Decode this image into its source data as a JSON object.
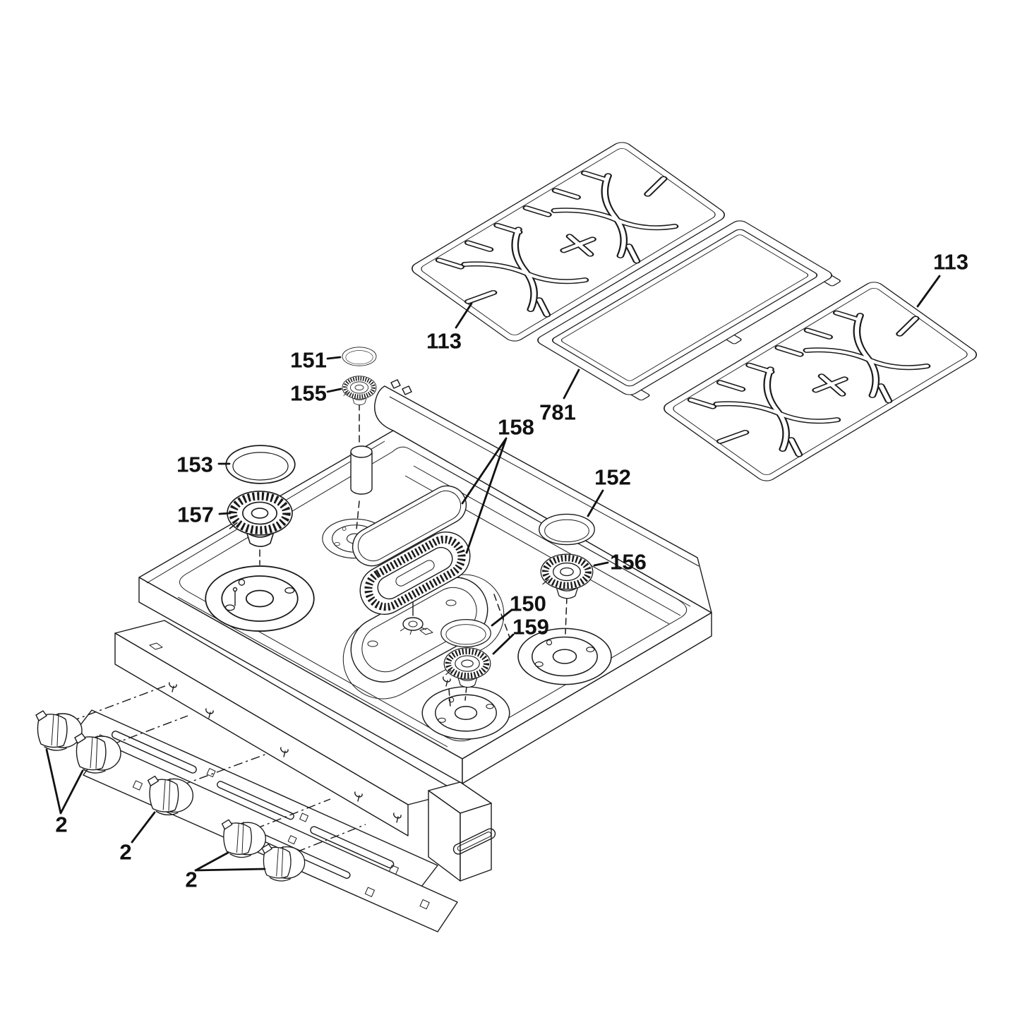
{
  "colors": {
    "ink": "#1a1a1a",
    "paper": "#ffffff"
  },
  "part_labels": [
    {
      "id": "113-left",
      "text": "113"
    },
    {
      "id": "113-right",
      "text": "113"
    },
    {
      "id": "781",
      "text": "781"
    },
    {
      "id": "151",
      "text": "151"
    },
    {
      "id": "155",
      "text": "155"
    },
    {
      "id": "153",
      "text": "153"
    },
    {
      "id": "157",
      "text": "157"
    },
    {
      "id": "158",
      "text": "158"
    },
    {
      "id": "152",
      "text": "152"
    },
    {
      "id": "156",
      "text": "156"
    },
    {
      "id": "150",
      "text": "150"
    },
    {
      "id": "159",
      "text": "159"
    },
    {
      "id": "2-left",
      "text": "2"
    },
    {
      "id": "2-middle",
      "text": "2"
    },
    {
      "id": "2-right",
      "text": "2"
    }
  ]
}
